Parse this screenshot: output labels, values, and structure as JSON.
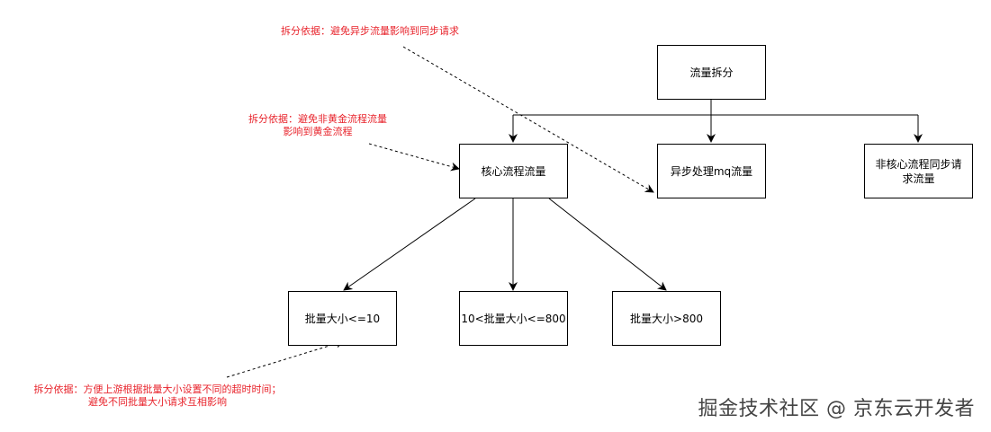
{
  "nodes": {
    "root": "流量拆分",
    "core": "核心流程流量",
    "async": "异步处理mq流量",
    "noncore": "非核心流程同步请求流量",
    "small": "批量大小<=10",
    "medium": "10<批量大小<=800",
    "large": "批量大小>800"
  },
  "notes": {
    "async_reason": "拆分依据：避免异步流量影响到同步请求",
    "gold_reason_line1": "拆分依据：避免非黄金流程流量",
    "gold_reason_line2": "影响到黄金流程",
    "batch_reason_line1": "拆分依据：方便上游根据批量大小设置不同的超时时间；",
    "batch_reason_line2": "避免不同批量大小请求互相影响"
  },
  "watermark": "掘金技术社区 @ 京东云开发者",
  "colors": {
    "note_text": "#e8242c",
    "line": "#000000"
  }
}
